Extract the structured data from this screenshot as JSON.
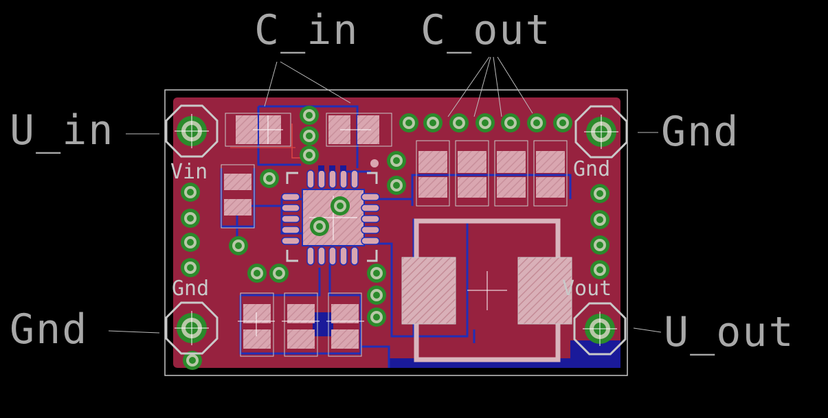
{
  "callouts": {
    "c_in": "C_in",
    "c_out": "C_out",
    "u_in": "U_in",
    "gnd_top_right": "Gnd",
    "gnd_bottom_left": "Gnd",
    "u_out": "U_out"
  },
  "silkscreen": {
    "vin": "Vin",
    "gnd_top": "Gnd",
    "gnd_bottom": "Gnd",
    "vout": "Vout"
  },
  "colors": {
    "background": "#000000",
    "board_outline": "#c8c8c8",
    "top_copper": "#97223f",
    "bottom_copper": "#1a1a9a",
    "trace": "#1f2fb8",
    "pad_fill": "#d9a6b0",
    "via_ring": "#2b8a2b",
    "silkscreen": "#c9c9c9",
    "callout_text": "#a8a8a8",
    "leader_line": "#bdbdbd"
  }
}
